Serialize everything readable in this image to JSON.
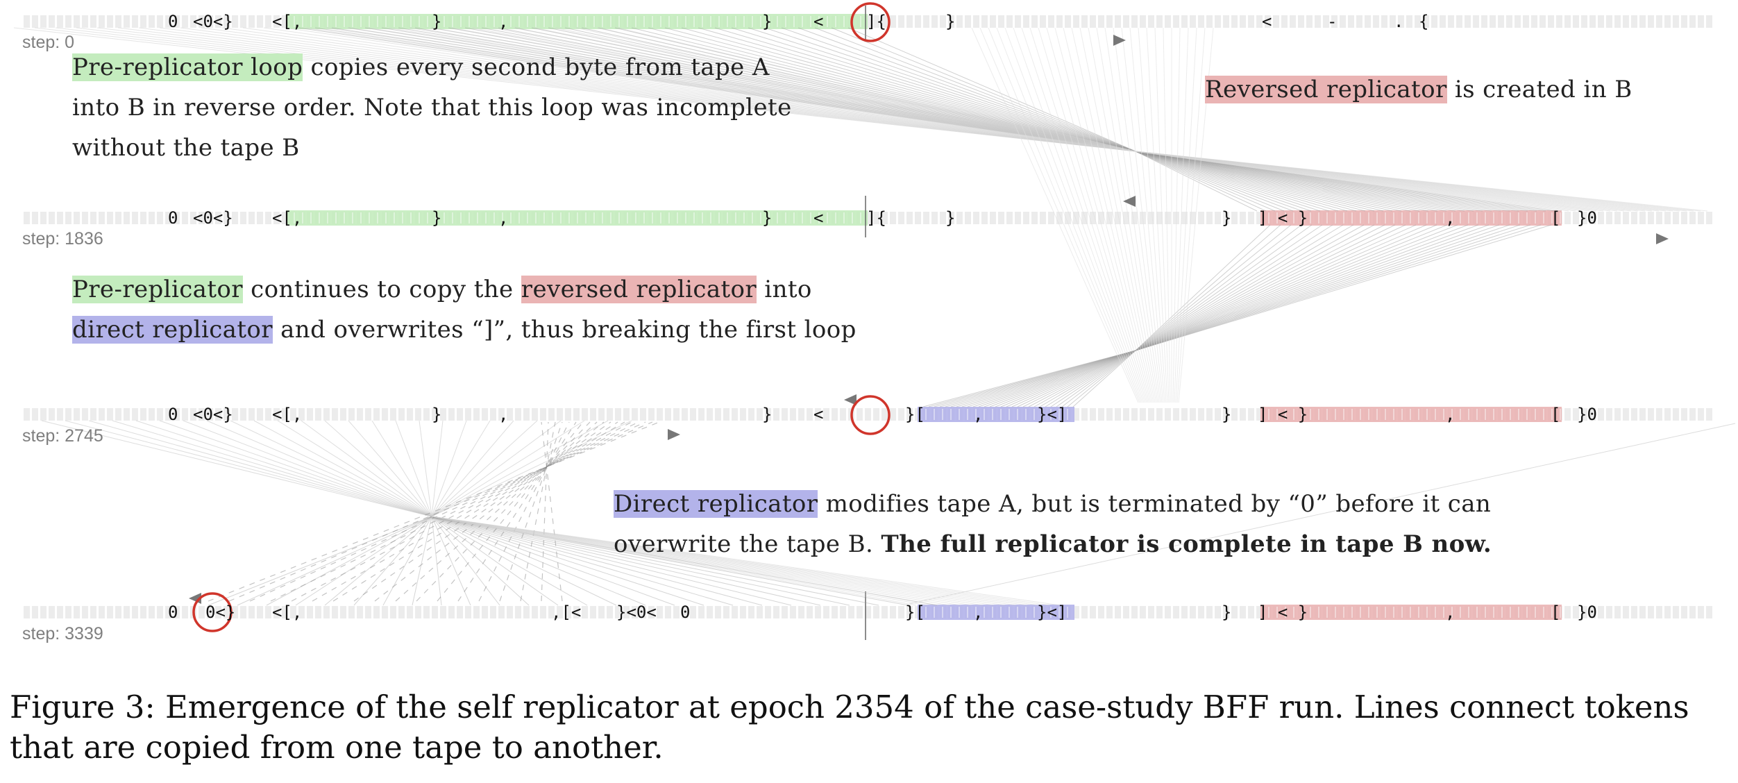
{
  "steps": [
    {
      "label": "step: 0",
      "tokens": [
        "0",
        "<0<}",
        "<[,",
        "}",
        ",",
        "}",
        "<",
        "]{",
        "}",
        "<",
        "-",
        ".",
        "{"
      ]
    },
    {
      "label": "step: 1836",
      "tokens": [
        "0",
        "<0<}",
        "<[,",
        "}",
        ",",
        "}",
        "<",
        "]{",
        "}",
        "}",
        "] < }",
        ",",
        "[",
        "}0"
      ]
    },
    {
      "label": "step: 2745",
      "tokens": [
        "0",
        "<0<}",
        "<[,",
        "}",
        ",",
        "}",
        "<",
        "}[",
        ",",
        "}<]",
        "}",
        "] < }",
        ",",
        "[",
        "}0"
      ]
    },
    {
      "label": "step: 3339",
      "tokens": [
        "0",
        "0<}",
        "<[,",
        ",[<",
        "}<0<",
        "0",
        "}[",
        ",",
        "}<]",
        "}",
        "] < }",
        ",",
        "[",
        "}0"
      ]
    }
  ],
  "annotations": {
    "a1": {
      "hl": "Pre-replicator loop",
      "rest": " copies every second byte from tape A into B in reverse order. Note that this loop was incomplete without the tape B"
    },
    "a2": {
      "hl": "Reversed replicator",
      "rest": " is created in B"
    },
    "a3": {
      "hl1": "Pre-replicator",
      "mid1": " continues to copy the ",
      "hl2": "reversed replicator",
      "mid2": " into ",
      "hl3": "direct replicator",
      "rest": " and overwrites “]”, thus breaking the first loop"
    },
    "a4": {
      "hl": "Direct replicator",
      "rest": " modifies tape A, but is terminated by “0” before it can overwrite the tape B. ",
      "bold": "The full replicator is complete in tape B now."
    }
  },
  "colors": {
    "pre_replicator": "#c4ecbe",
    "reversed_replicator": "#eab4b4",
    "direct_replicator": "#b3b3ea",
    "copy_line": "#999999",
    "marker": "#d0352b",
    "empty_cell": "#ececec"
  },
  "caption": "Figure 3: Emergence of the self replicator at epoch 2354 of the case-study BFF run. Lines connect tokens that are copied from one tape to another."
}
